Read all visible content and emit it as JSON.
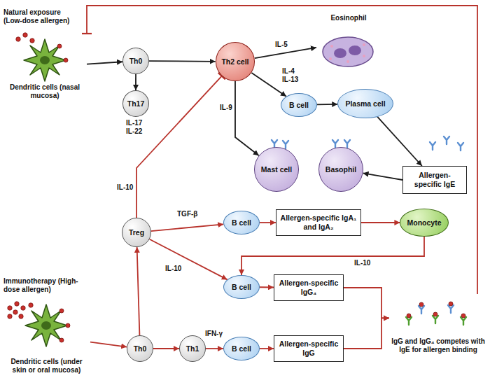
{
  "diagram": {
    "nodes": [
      {
        "text": [
          "Dendritic cells (nasal mucosa)"
        ]
      },
      {
        "text": [
          "Th0"
        ]
      },
      {
        "text": [
          "Th17"
        ]
      },
      {
        "text": [
          "Th2 cell"
        ]
      },
      {
        "text": [
          "Eosinophil"
        ]
      },
      {
        "text": [
          "B cell"
        ]
      },
      {
        "text": [
          "Plasma cell"
        ]
      },
      {
        "text": [
          "Mast cell"
        ]
      },
      {
        "text": [
          "Basophil"
        ]
      },
      {
        "text": [
          "Allergen-specific IgE"
        ]
      },
      {
        "text": [
          "Treg"
        ]
      },
      {
        "text": [
          "B cell"
        ]
      },
      {
        "text": [
          "Allergen-specific IgA₁ and IgA₂"
        ]
      },
      {
        "text": [
          "Monocyte"
        ]
      },
      {
        "text": [
          "B cell"
        ]
      },
      {
        "text": [
          "Allergen-specific IgG₄"
        ]
      },
      {
        "text": [
          "Dendritic cells (under skin or oral mucosa)"
        ]
      },
      {
        "text": [
          "Th0"
        ]
      },
      {
        "text": [
          "Th1"
        ]
      },
      {
        "text": [
          "B cell"
        ]
      },
      {
        "text": [
          "Allergen-specific IgG"
        ]
      },
      {
        "text": [
          "IgG and IgG₄ competes with IgE for allergen binding"
        ]
      }
    ],
    "edges": [
      {
        "from": 0,
        "to": 1,
        "arrow": "to"
      },
      {
        "from": 1,
        "to": 3,
        "arrow": "to"
      },
      {
        "from": 1,
        "to": 2,
        "arrow": "to"
      },
      {
        "from": 3,
        "to": 4,
        "label": "IL-5",
        "arrow": "to"
      },
      {
        "from": 3,
        "to": 5,
        "label": "IL-4 IL-13",
        "arrow": "to"
      },
      {
        "from": 3,
        "to": 7,
        "label": "IL-9",
        "arrow": "to"
      },
      {
        "from": 5,
        "to": 6,
        "arrow": "to"
      },
      {
        "from": 6,
        "to": 9,
        "arrow": "to"
      },
      {
        "from": 9,
        "to": 8,
        "arrow": "to"
      },
      {
        "from": 10,
        "to": 3,
        "label": "IL-10",
        "arrow": "to"
      },
      {
        "from": 10,
        "to": 11,
        "label": "TGF-β",
        "arrow": "to"
      },
      {
        "from": 11,
        "to": 12,
        "arrow": "to"
      },
      {
        "from": 12,
        "to": 13,
        "arrow": "to"
      },
      {
        "from": 13,
        "to": 14,
        "label": "IL-10",
        "arrow": "to"
      },
      {
        "from": 10,
        "to": 14,
        "label": "IL-10",
        "arrow": "to"
      },
      {
        "from": 14,
        "to": 15,
        "arrow": "to"
      },
      {
        "from": 16,
        "to": 17,
        "arrow": "to"
      },
      {
        "from": 17,
        "to": 10,
        "arrow": "to"
      },
      {
        "from": 17,
        "to": 18,
        "arrow": "to"
      },
      {
        "from": 18,
        "to": 19,
        "label": "IFN-γ",
        "arrow": "to"
      },
      {
        "from": 19,
        "to": 20,
        "arrow": "to"
      },
      {
        "from": 15,
        "to": 21,
        "arrow": "to"
      },
      {
        "from": 20,
        "to": 21,
        "arrow": "to"
      },
      {
        "from": 21,
        "to": 0,
        "arrow": "to"
      }
    ],
    "labels": [
      "Natural exposure (Low-dose allergen)",
      "IL-17 IL-22",
      "Immunotherapy (High-dose allergen)"
    ]
  }
}
